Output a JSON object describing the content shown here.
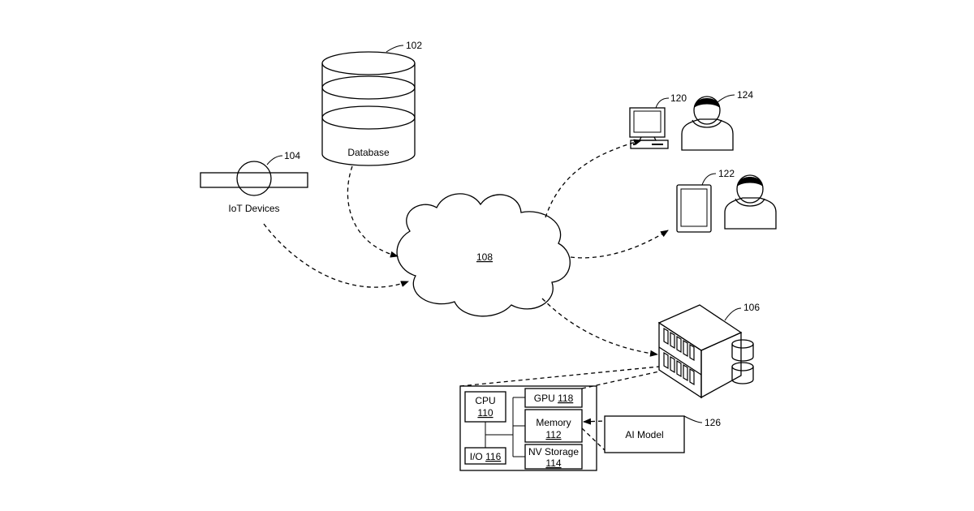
{
  "diagram": {
    "database": {
      "label": "Database",
      "ref": "102"
    },
    "iot": {
      "label": "IoT Devices",
      "ref": "104"
    },
    "network": {
      "ref": "108"
    },
    "desktop": {
      "ref": "120"
    },
    "tablet": {
      "ref": "122"
    },
    "user": {
      "ref": "124"
    },
    "server": {
      "ref": "106"
    },
    "ai_model": {
      "label": "AI Model",
      "ref": "126"
    },
    "components": {
      "cpu": {
        "label": "CPU",
        "ref": "110"
      },
      "gpu": {
        "label": "GPU",
        "ref": "118"
      },
      "memory": {
        "label": "Memory",
        "ref": "112"
      },
      "nv_storage": {
        "label": "NV Storage",
        "ref": "114"
      },
      "io": {
        "label": "I/O",
        "ref": "116"
      }
    }
  }
}
